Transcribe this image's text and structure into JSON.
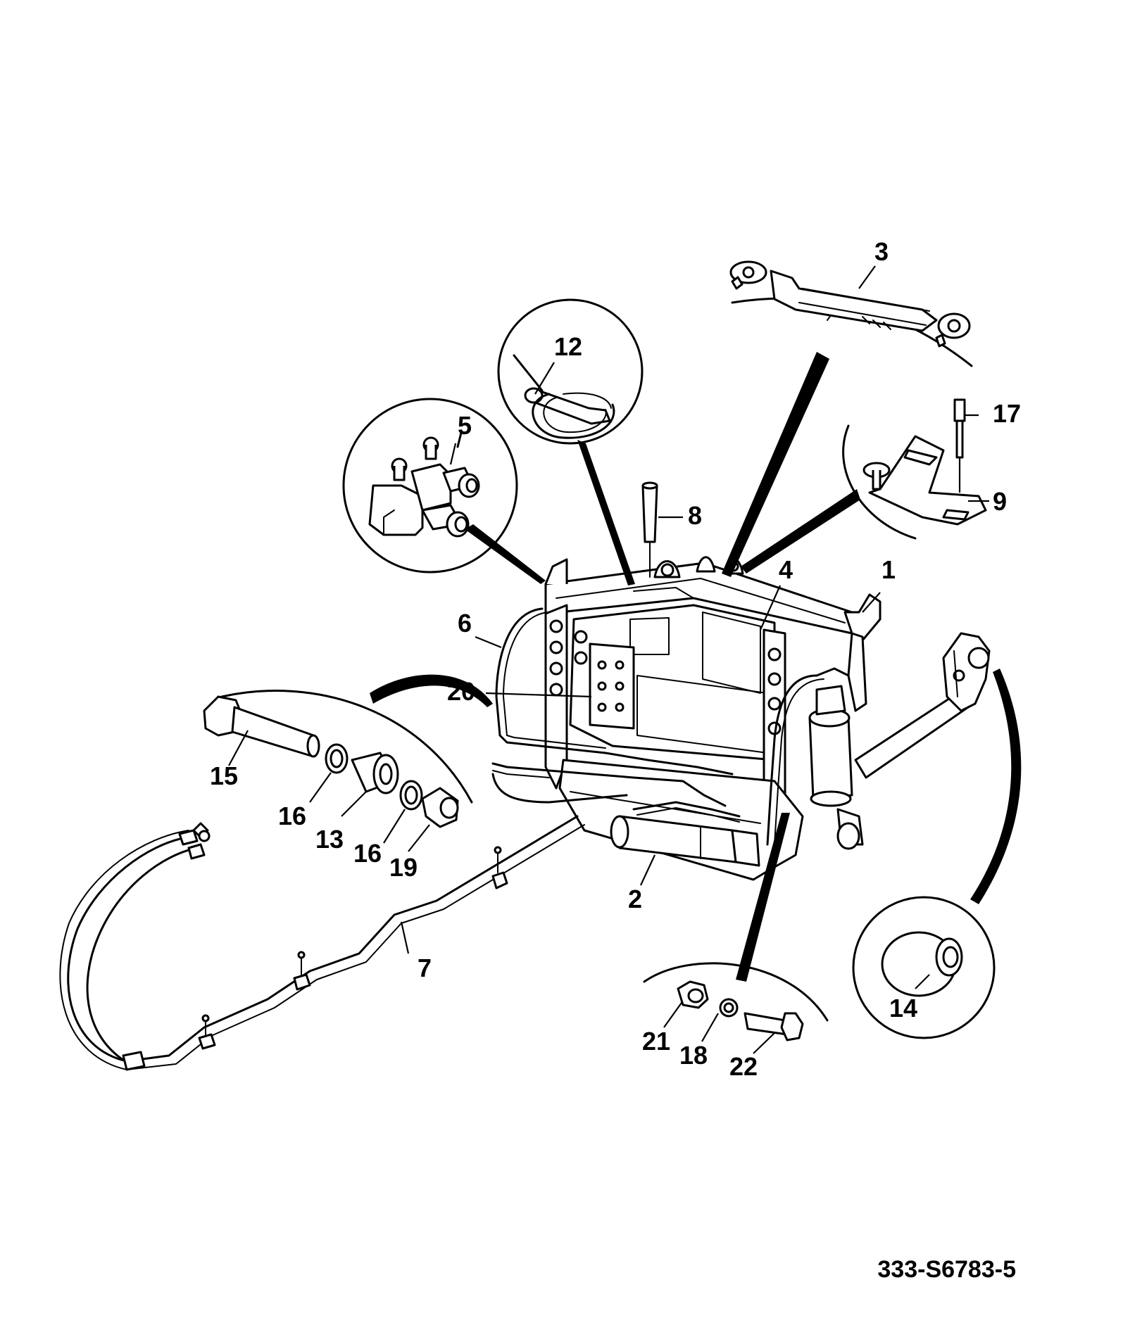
{
  "drawing_reference": "333-S6783-5",
  "callouts": [
    {
      "id": "c1",
      "label": "1"
    },
    {
      "id": "c2",
      "label": "2"
    },
    {
      "id": "c3",
      "label": "3"
    },
    {
      "id": "c4",
      "label": "4"
    },
    {
      "id": "c5",
      "label": "5"
    },
    {
      "id": "c6",
      "label": "6"
    },
    {
      "id": "c7",
      "label": "7"
    },
    {
      "id": "c8",
      "label": "8"
    },
    {
      "id": "c9",
      "label": "9"
    },
    {
      "id": "c12",
      "label": "12"
    },
    {
      "id": "c13",
      "label": "13"
    },
    {
      "id": "c14",
      "label": "14"
    },
    {
      "id": "c15",
      "label": "15"
    },
    {
      "id": "c16a",
      "label": "16"
    },
    {
      "id": "c16b",
      "label": "16"
    },
    {
      "id": "c17",
      "label": "17"
    },
    {
      "id": "c18",
      "label": "18"
    },
    {
      "id": "c19",
      "label": "19"
    },
    {
      "id": "c20",
      "label": "20"
    },
    {
      "id": "c21",
      "label": "21"
    },
    {
      "id": "c22",
      "label": "22"
    }
  ]
}
